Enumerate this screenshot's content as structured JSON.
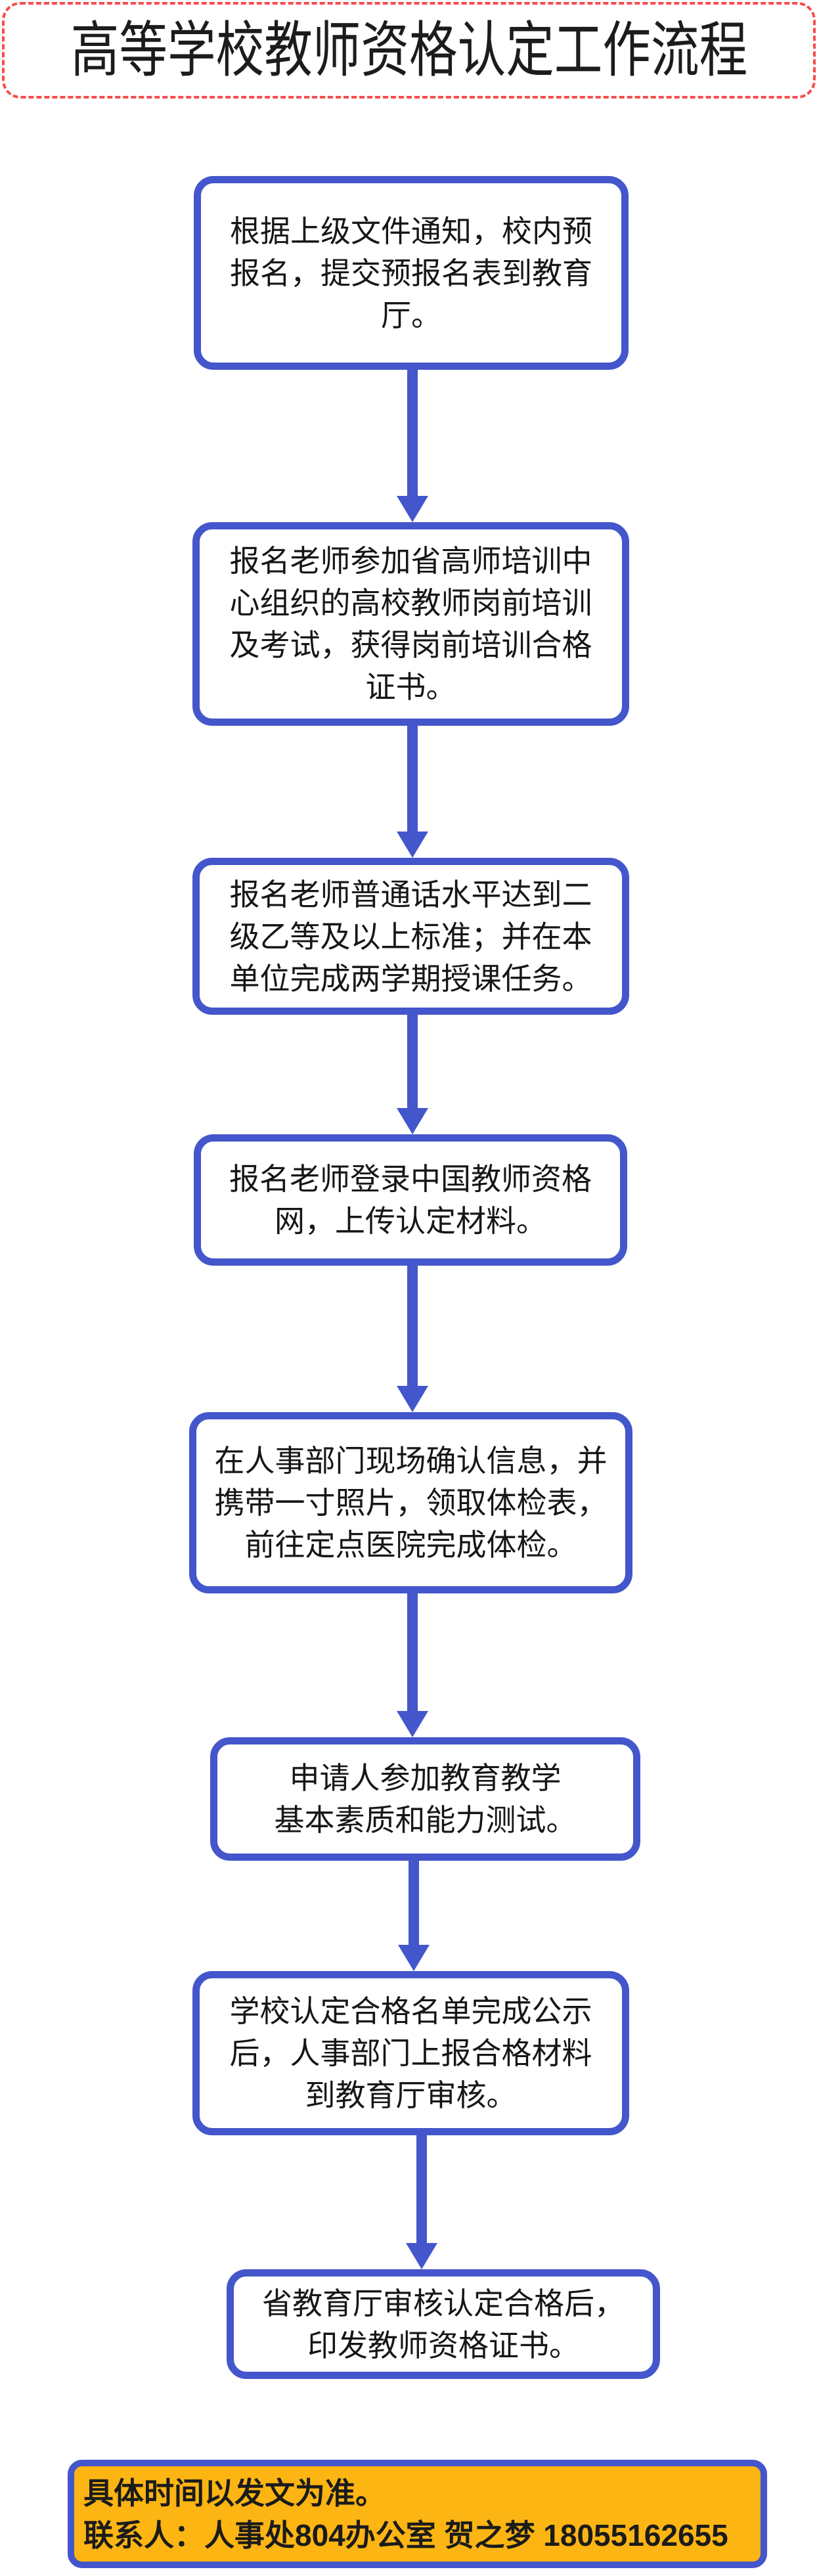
{
  "page_title": "高等学校教师资格认定工作流程",
  "flow": {
    "steps": [
      {
        "text": "根据上级文件通知，校内预\n报名，提交预报名表到教育\n厅。"
      },
      {
        "text": "报名老师参加省高师培训中\n心组织的高校教师岗前培训\n及考试，获得岗前培训合格\n证书。"
      },
      {
        "text": "报名老师普通话水平达到二\n级乙等及以上标准；并在本\n单位完成两学期授课任务。"
      },
      {
        "text": "报名老师登录中国教师资格\n网，上传认定材料。"
      },
      {
        "text": "在人事部门现场确认信息，并\n携带一寸照片，领取体检表，\n前往定点医院完成体检。"
      },
      {
        "text": "申请人参加教育教学\n基本素质和能力测试。"
      },
      {
        "text": "学校认定合格名单完成公示\n后，人事部门上报合格材料\n到教育厅审核。"
      },
      {
        "text": "省教育厅审核认定合格后，\n印发教师资格证书。"
      }
    ]
  },
  "footer": {
    "notice": "具体时间以发文为准。",
    "contact": "联系人：人事处804办公室 贺之梦 18055162655"
  },
  "colors": {
    "flow_border_blue": "#4456CB",
    "arrow_blue": "#4456CB",
    "title_border_red": "#F94C4C",
    "footer_background_orange": "#FCB513",
    "text_black": "#1B1B1B",
    "page_background": "#FFFFFF"
  }
}
